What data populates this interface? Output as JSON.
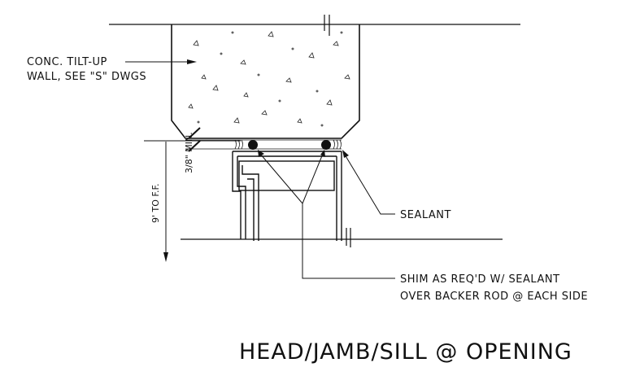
{
  "title": "HEAD/JAMB/SILL @ OPENING",
  "callouts": {
    "wall_line1": "CONC. TILT-UP",
    "wall_line2": "WALL, SEE \"S\" DWGS",
    "sealant": "SEALANT",
    "shim_line1": "SHIM AS REQ'D W/ SEALANT",
    "shim_line2": "OVER BACKER ROD @ EACH SIDE"
  },
  "dimensions": {
    "min_gap": "3/8\" MIN.",
    "height": "9' TO F.F."
  }
}
